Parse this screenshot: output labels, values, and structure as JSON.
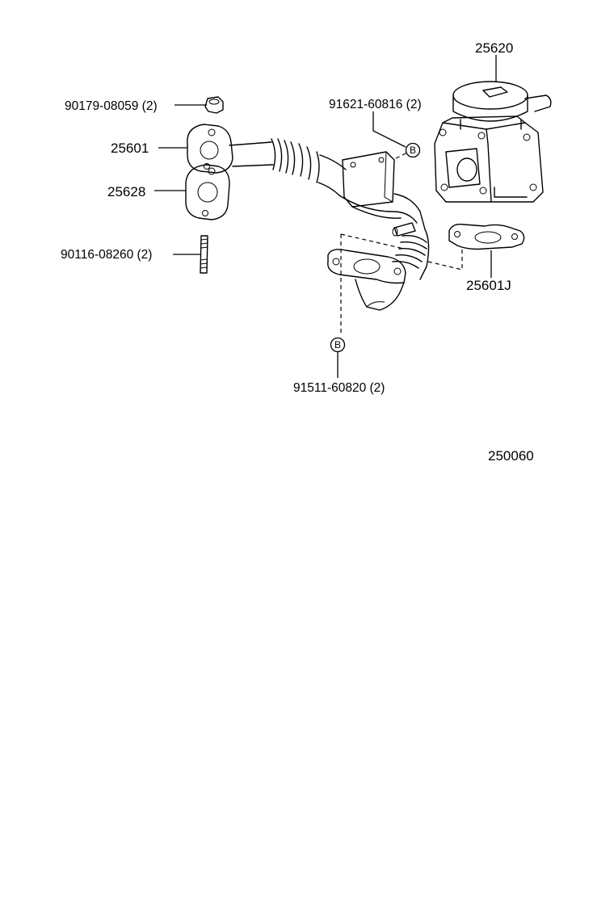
{
  "diagram": {
    "figure_number": "250060",
    "callouts": {
      "egr_valve": "25620",
      "nut": "90179-08059 (2)",
      "gasket_upper": "25601",
      "gasket_lower": "25628",
      "stud": "90116-08260 (2)",
      "bolt_upper": "91621-60816 (2)",
      "bolt_lower": "91511-60820 (2)",
      "gasket_valve": "25601J"
    },
    "reference_marker": "B"
  }
}
